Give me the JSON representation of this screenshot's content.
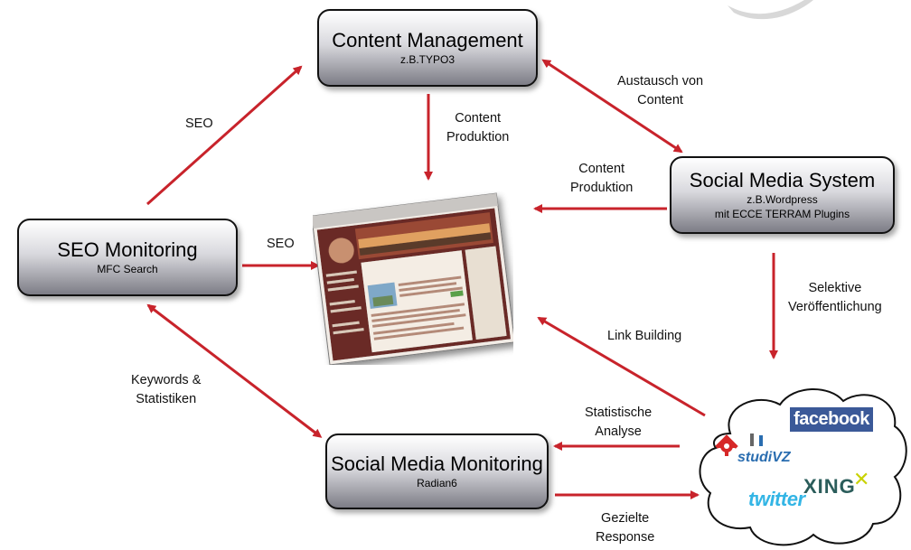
{
  "nodes": {
    "content_management": {
      "title": "Content Management",
      "subtitle": "z.B.TYPO3"
    },
    "social_media_system": {
      "title": "Social Media System",
      "subtitle_1": "z.B.Wordpress",
      "subtitle_2": "mit ECCE TERRAM Plugins"
    },
    "seo_monitoring": {
      "title": "SEO Monitoring",
      "subtitle": "MFC Search"
    },
    "social_media_monitoring": {
      "title": "Social Media Monitoring",
      "subtitle": "Radian6"
    }
  },
  "edges": {
    "seo_top": "SEO",
    "seo_mid": "SEO",
    "cm_content_1": "Content",
    "cm_content_2": "Produktion",
    "exchange_1": "Austausch von",
    "exchange_2": "Content",
    "sms_content_1": "Content",
    "sms_content_2": "Produktion",
    "selective_1": "Selektive",
    "selective_2": "Veröffentlichung",
    "link_building": "Link Building",
    "keywords_1": "Keywords &",
    "keywords_2": "Statistiken",
    "statistical_1": "Statistische",
    "statistical_2": "Analyse",
    "targeted_1": "Gezielte",
    "targeted_2": "Response"
  },
  "social_networks": {
    "facebook": "facebook",
    "studivz": "studiVZ",
    "xing": "XING",
    "twitter": "twitter"
  },
  "colors": {
    "arrow": "#c8232b",
    "facebook": "#3b5998",
    "xing": "#2b5d5b",
    "xing_accent": "#c8d200",
    "twitter": "#33b5e5",
    "studivz": "#d62828"
  }
}
